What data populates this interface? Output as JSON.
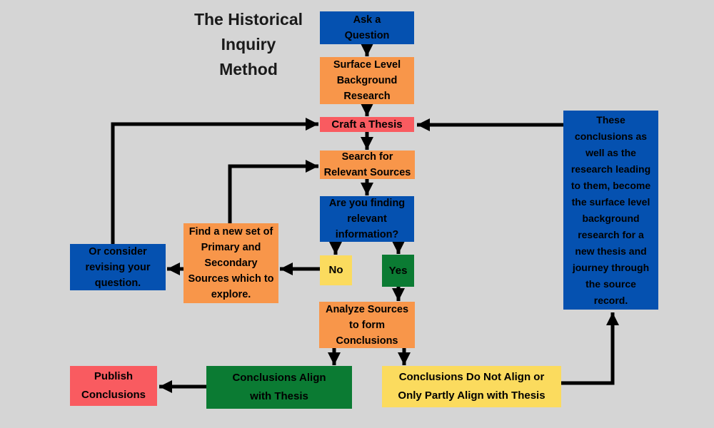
{
  "title": "The Historical\nInquiry\nMethod",
  "palette": {
    "background": "#d5d5d5",
    "blue": "#0551b0",
    "orange": "#f8964a",
    "red": "#f95b60",
    "yellow": "#fbdb5e",
    "green": "#0b7b33",
    "arrow": "#000000",
    "text": "#000000"
  },
  "nodes": {
    "ask_question": {
      "label": "Ask a\nQuestion",
      "color": "blue"
    },
    "surface_research": {
      "label": "Surface Level\nBackground\nResearch",
      "color": "orange"
    },
    "craft_thesis": {
      "label": "Craft a Thesis",
      "color": "red"
    },
    "search_sources": {
      "label": "Search for\nRelevant Sources",
      "color": "orange"
    },
    "finding_info": {
      "label": "Are you finding\nrelevant\ninformation?",
      "color": "blue"
    },
    "no": {
      "label": "No",
      "color": "yellow"
    },
    "yes": {
      "label": "Yes",
      "color": "green"
    },
    "analyze_sources": {
      "label": "Analyze Sources\nto form\nConclusions",
      "color": "orange"
    },
    "conclusions_align": {
      "label": "Conclusions  Align\nwith Thesis",
      "color": "green"
    },
    "conclusions_not_align": {
      "label": "Conclusions Do Not Align or\nOnly Partly Align with Thesis",
      "color": "yellow"
    },
    "publish": {
      "label": "Publish\nConclusions",
      "color": "red"
    },
    "find_new_sources": {
      "label": "Find a new set of\nPrimary and\nSecondary\nSources which to\nexplore.",
      "color": "orange"
    },
    "revise_question": {
      "label": "Or consider\nrevising your\nquestion.",
      "color": "blue"
    },
    "loop_note": {
      "label": "These\nconclusions as\nwell as the\nresearch leading\nto them, become\nthe surface level\nbackground\nresearch for a\nnew thesis and\njourney through\nthe source\nrecord.",
      "color": "blue"
    }
  }
}
